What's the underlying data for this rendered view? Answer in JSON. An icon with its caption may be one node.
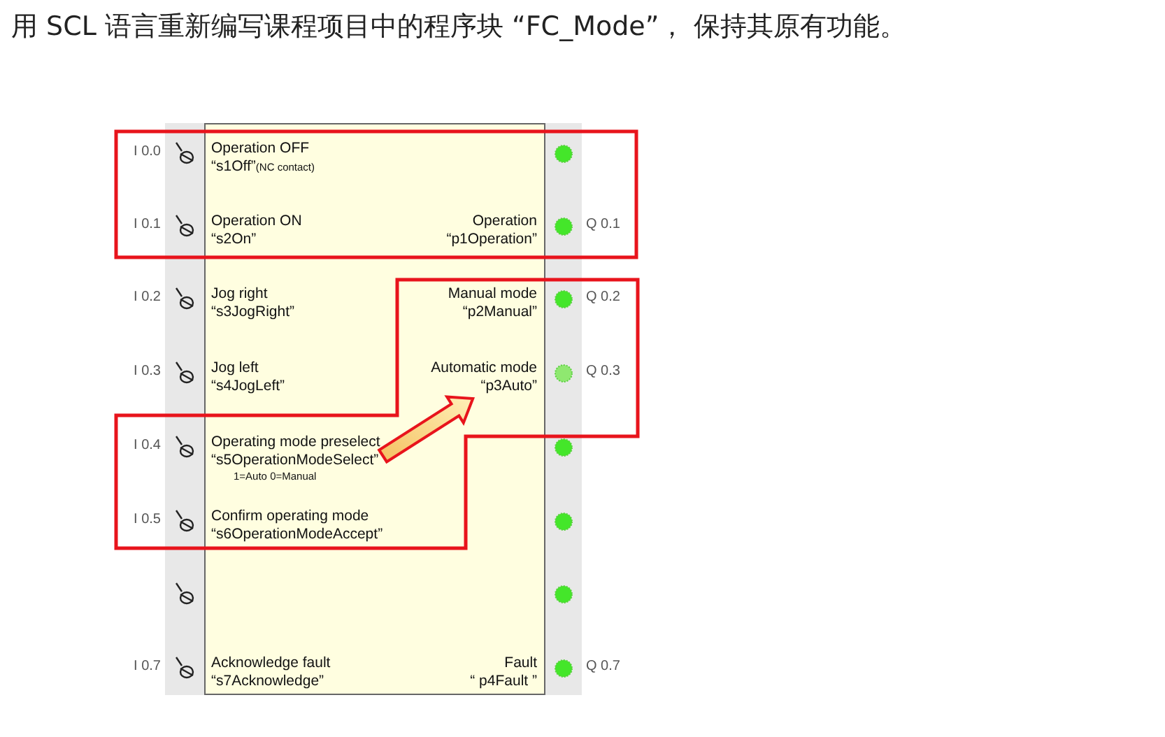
{
  "diagram": {
    "title": "用 SCL 语言重新编写课程项目中的程序块 “FC_Mode”， 保持其原有功能。",
    "nodes": [
      {
        "text": [],
        "shape": "box"
      },
      {
        "text": [
          "Operation OFF",
          "“s1Off”",
          "(NC contact)"
        ],
        "in": 0
      },
      {
        "text": [
          "Operation ON",
          "“s2On”"
        ],
        "in": 0
      },
      {
        "text": [
          "Operation",
          "“p1Operation”"
        ],
        "in": 0
      },
      {
        "text": [
          "Jog right",
          "“s3JogRight”"
        ],
        "in": 0
      },
      {
        "text": [
          "Manual mode",
          "“p2Manual”"
        ],
        "in": 0
      },
      {
        "text": [
          "Jog left",
          "“s4JogLeft”"
        ],
        "in": 0
      },
      {
        "text": [
          "Automatic mode",
          "“p3Auto”"
        ],
        "in": 0
      },
      {
        "text": [
          "Operating mode preselect",
          "“s5OperationModeSelect”",
          "1=Auto   0=Manual"
        ],
        "in": 0
      },
      {
        "text": [
          "Confirm operating mode",
          "“s6OperationModeAccept”"
        ],
        "in": 0
      },
      {
        "text": [
          "Acknowledge fault",
          "“s7Acknowledge”"
        ],
        "in": 0
      },
      {
        "text": [
          "Fault",
          "“ p4Fault ”"
        ],
        "in": 0
      }
    ],
    "edges": [
      {
        "from": 8,
        "to": 7,
        "arrow": "to",
        "style": "thick"
      }
    ],
    "labels": [
      "I 0.0",
      "I 0.1",
      "Q 0.1",
      "I 0.2",
      "Q 0.2",
      "I 0.3",
      "Q 0.3",
      "I 0.4",
      "I 0.5",
      "I 0.7",
      "Q 0.7"
    ]
  }
}
